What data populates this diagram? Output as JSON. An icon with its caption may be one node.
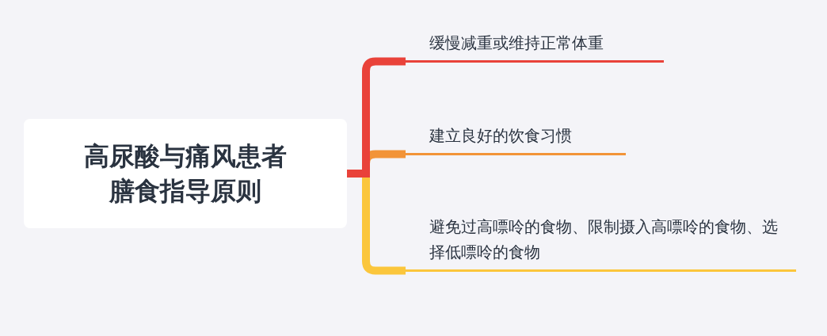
{
  "diagram": {
    "nodes": [
      {
        "text": [
          "高尿酸与痛风患者膳食指导原则"
        ]
      },
      {
        "text": [
          "缓慢减重或维持正常体重"
        ]
      },
      {
        "text": [
          "建立良好的饮食习惯"
        ]
      },
      {
        "text": [
          "避免过高嘌呤的食物、限制摄入高嘌呤的食物、选择低嘌呤的食物"
        ]
      }
    ],
    "edges": [
      {
        "from": 0,
        "to": 1,
        "arrow": "none",
        "color": "#e9423a"
      },
      {
        "from": 0,
        "to": 2,
        "arrow": "none",
        "color": "#f29438"
      },
      {
        "from": 0,
        "to": 3,
        "arrow": "none",
        "color": "#fbc63c"
      }
    ]
  }
}
